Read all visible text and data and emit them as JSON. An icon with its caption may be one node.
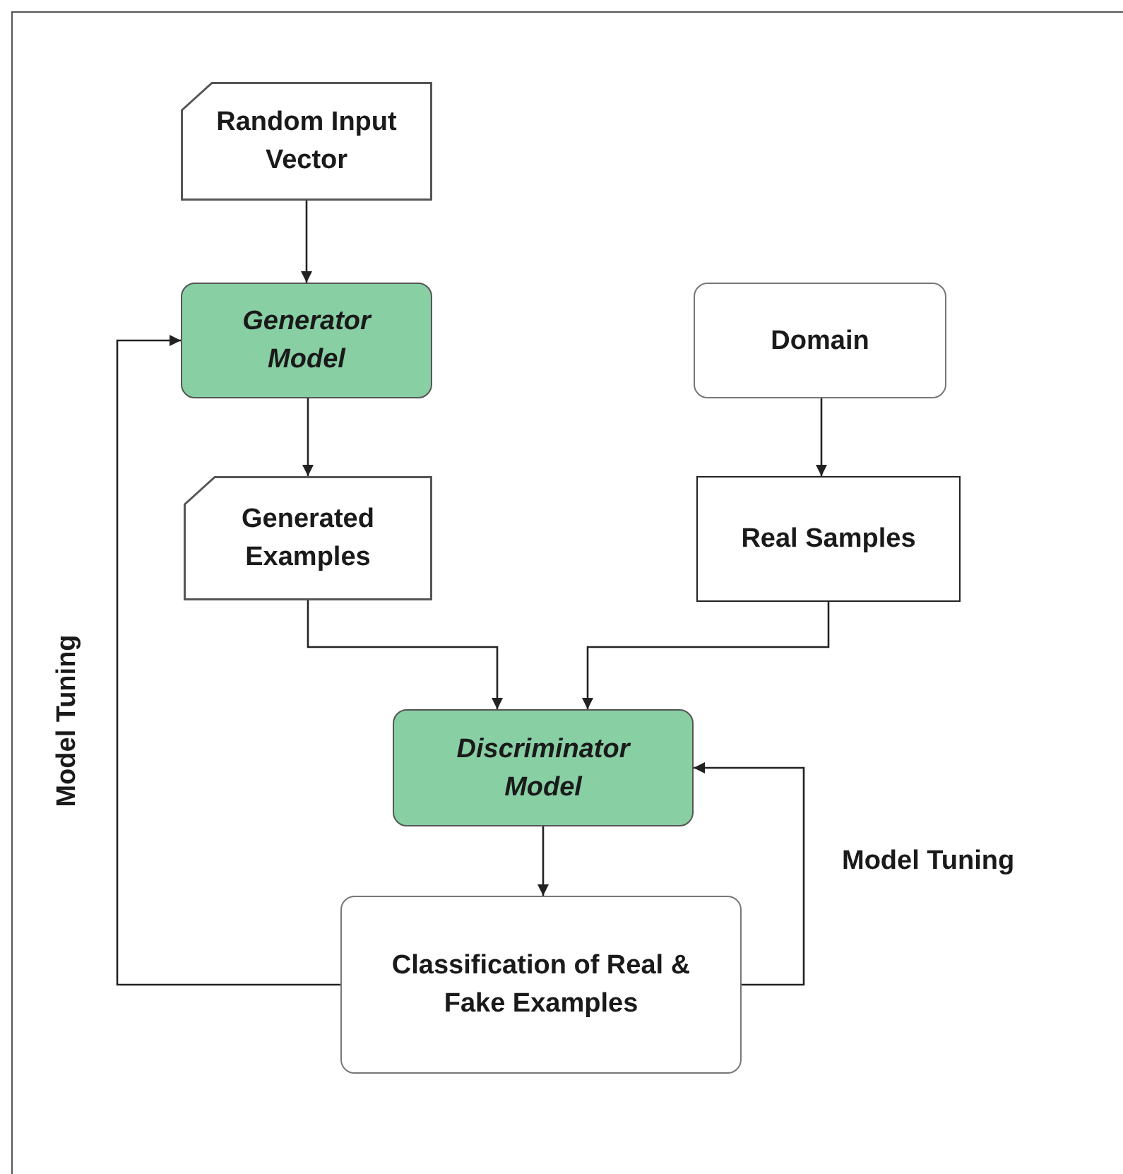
{
  "diagram": {
    "nodes": [
      {
        "text": [
          "Random Input Vector"
        ]
      },
      {
        "text": [
          "Generator Model"
        ]
      },
      {
        "text": [
          "Generated Examples"
        ]
      },
      {
        "text": [
          "Domain"
        ]
      },
      {
        "text": [
          "Real Samples"
        ]
      },
      {
        "text": [
          "Discriminator Model"
        ]
      },
      {
        "text": [
          "Classification of Real & Fake Examples"
        ]
      }
    ],
    "edges": [
      {
        "from": 0,
        "to": 1,
        "arrow": "to"
      },
      {
        "from": 1,
        "to": 2,
        "arrow": "to"
      },
      {
        "from": 3,
        "to": 4,
        "arrow": "to"
      },
      {
        "from": 2,
        "to": 5,
        "arrow": "to"
      },
      {
        "from": 4,
        "to": 5,
        "arrow": "to"
      },
      {
        "from": 5,
        "to": 6,
        "arrow": "to"
      },
      {
        "from": 6,
        "to": 1,
        "arrow": "to",
        "label": "Model Tuning"
      },
      {
        "from": 6,
        "to": 5,
        "arrow": "to",
        "label": "Model Tuning"
      }
    ]
  }
}
